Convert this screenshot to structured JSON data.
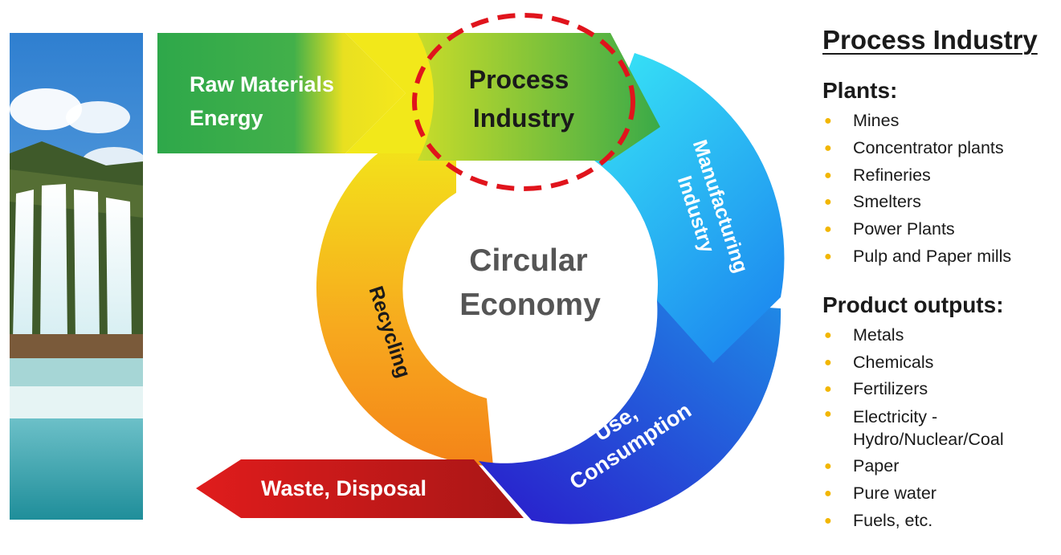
{
  "diagram": {
    "inputs_label_line1": "Raw Materials",
    "inputs_label_line2": "Energy",
    "process_label_line1": "Process",
    "process_label_line2": "Industry",
    "manufacturing_label_line1": "Manufacturing",
    "manufacturing_label_line2": "Industry",
    "use_label_line1": "Use,",
    "use_label_line2": "Consumption",
    "recycling_label": "Recycling",
    "center_label_line1": "Circular",
    "center_label_line2": "Economy",
    "waste_label": "Waste, Disposal"
  },
  "panel": {
    "title": "Process Industry",
    "plants_heading": "Plants:",
    "plants": [
      "Mines",
      "Concentrator plants",
      "Refineries",
      "Smelters",
      "Power Plants",
      "Pulp and Paper mills"
    ],
    "outputs_heading": "Product outputs:",
    "outputs": [
      "Metals",
      "Chemicals",
      "Fertilizers",
      "Electricity  -",
      "Paper",
      "Pure water",
      "Fuels, etc."
    ],
    "outputs_electricity_continuation": "Hydro/Nuclear/Coal"
  },
  "colors": {
    "green": "#2ea84a",
    "yellow": "#f2e31c",
    "cyan": "#36e0f2",
    "blue": "#1a55d8",
    "orange": "#f7981e",
    "red": "#c41a1a",
    "highlight_circle": "#e0141c",
    "bullet": "#f2b600"
  },
  "icons": {
    "photo": "waterfall-photo",
    "bullet": "bullet-dot-icon"
  }
}
